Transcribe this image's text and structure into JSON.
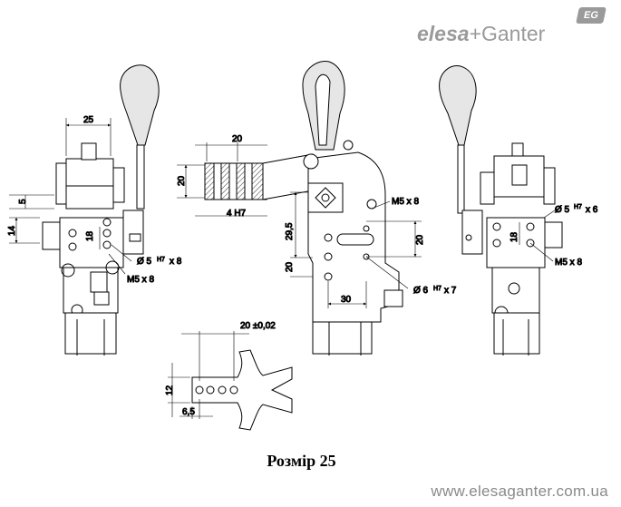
{
  "brand": {
    "name_part1": "elesa",
    "plus": "+",
    "name_part2": "Ganter",
    "badge": "EG"
  },
  "footer": {
    "url": "www.elesaganter.com.ua"
  },
  "caption": "Розмір 25",
  "dimensions": {
    "left_view": {
      "d25": "25",
      "d5": "5",
      "d14": "14",
      "d18": "18",
      "hole": "Ø 5",
      "tol": "H7",
      "hole_x": "x 8",
      "thread": "M5 x 8"
    },
    "center_view": {
      "d20_top": "20",
      "d20_side": "20",
      "d4": "4 H7",
      "d295": "29,5",
      "d20_left": "20",
      "thread": "M5 x 8",
      "d20_right": "20",
      "d30": "30",
      "hole": "Ø 6",
      "tol": "H7",
      "hole_x": "x 7"
    },
    "right_view": {
      "hole": "Ø 5",
      "tol": "H7",
      "hole_x": "x 6",
      "d18": "18",
      "thread": "M5 x 8"
    },
    "fork_view": {
      "d20": "20 ±0,02",
      "d12": "12",
      "d65": "6,5"
    }
  },
  "colors": {
    "line": "#000000",
    "fill": "#ffffff",
    "handle": "#e6e6e6",
    "brand": "#9a9a9a"
  }
}
